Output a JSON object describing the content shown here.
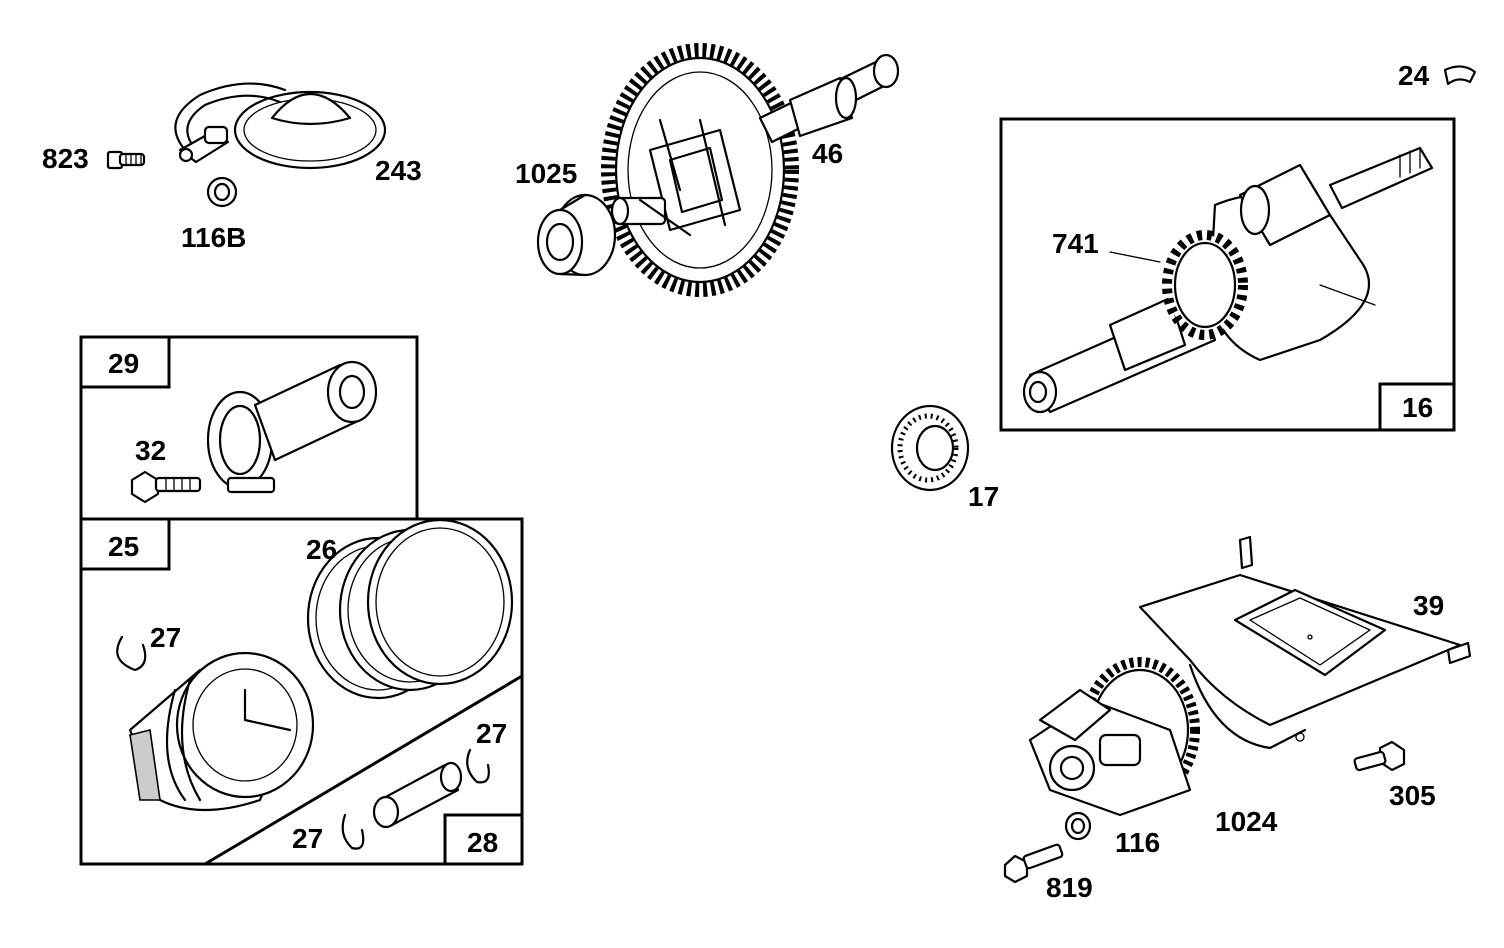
{
  "diagram": {
    "labels": {
      "p823": "823",
      "p243": "243",
      "p116B": "116B",
      "p1025": "1025",
      "p46": "46",
      "p24": "24",
      "p741": "741",
      "p16": "16",
      "p17": "17",
      "p29": "29",
      "p32": "32",
      "p25": "25",
      "p26": "26",
      "p27a": "27",
      "p27b": "27",
      "p27c": "27",
      "p28": "28",
      "p39": "39",
      "p305": "305",
      "p1024": "1024",
      "p116": "116",
      "p819": "819"
    }
  }
}
